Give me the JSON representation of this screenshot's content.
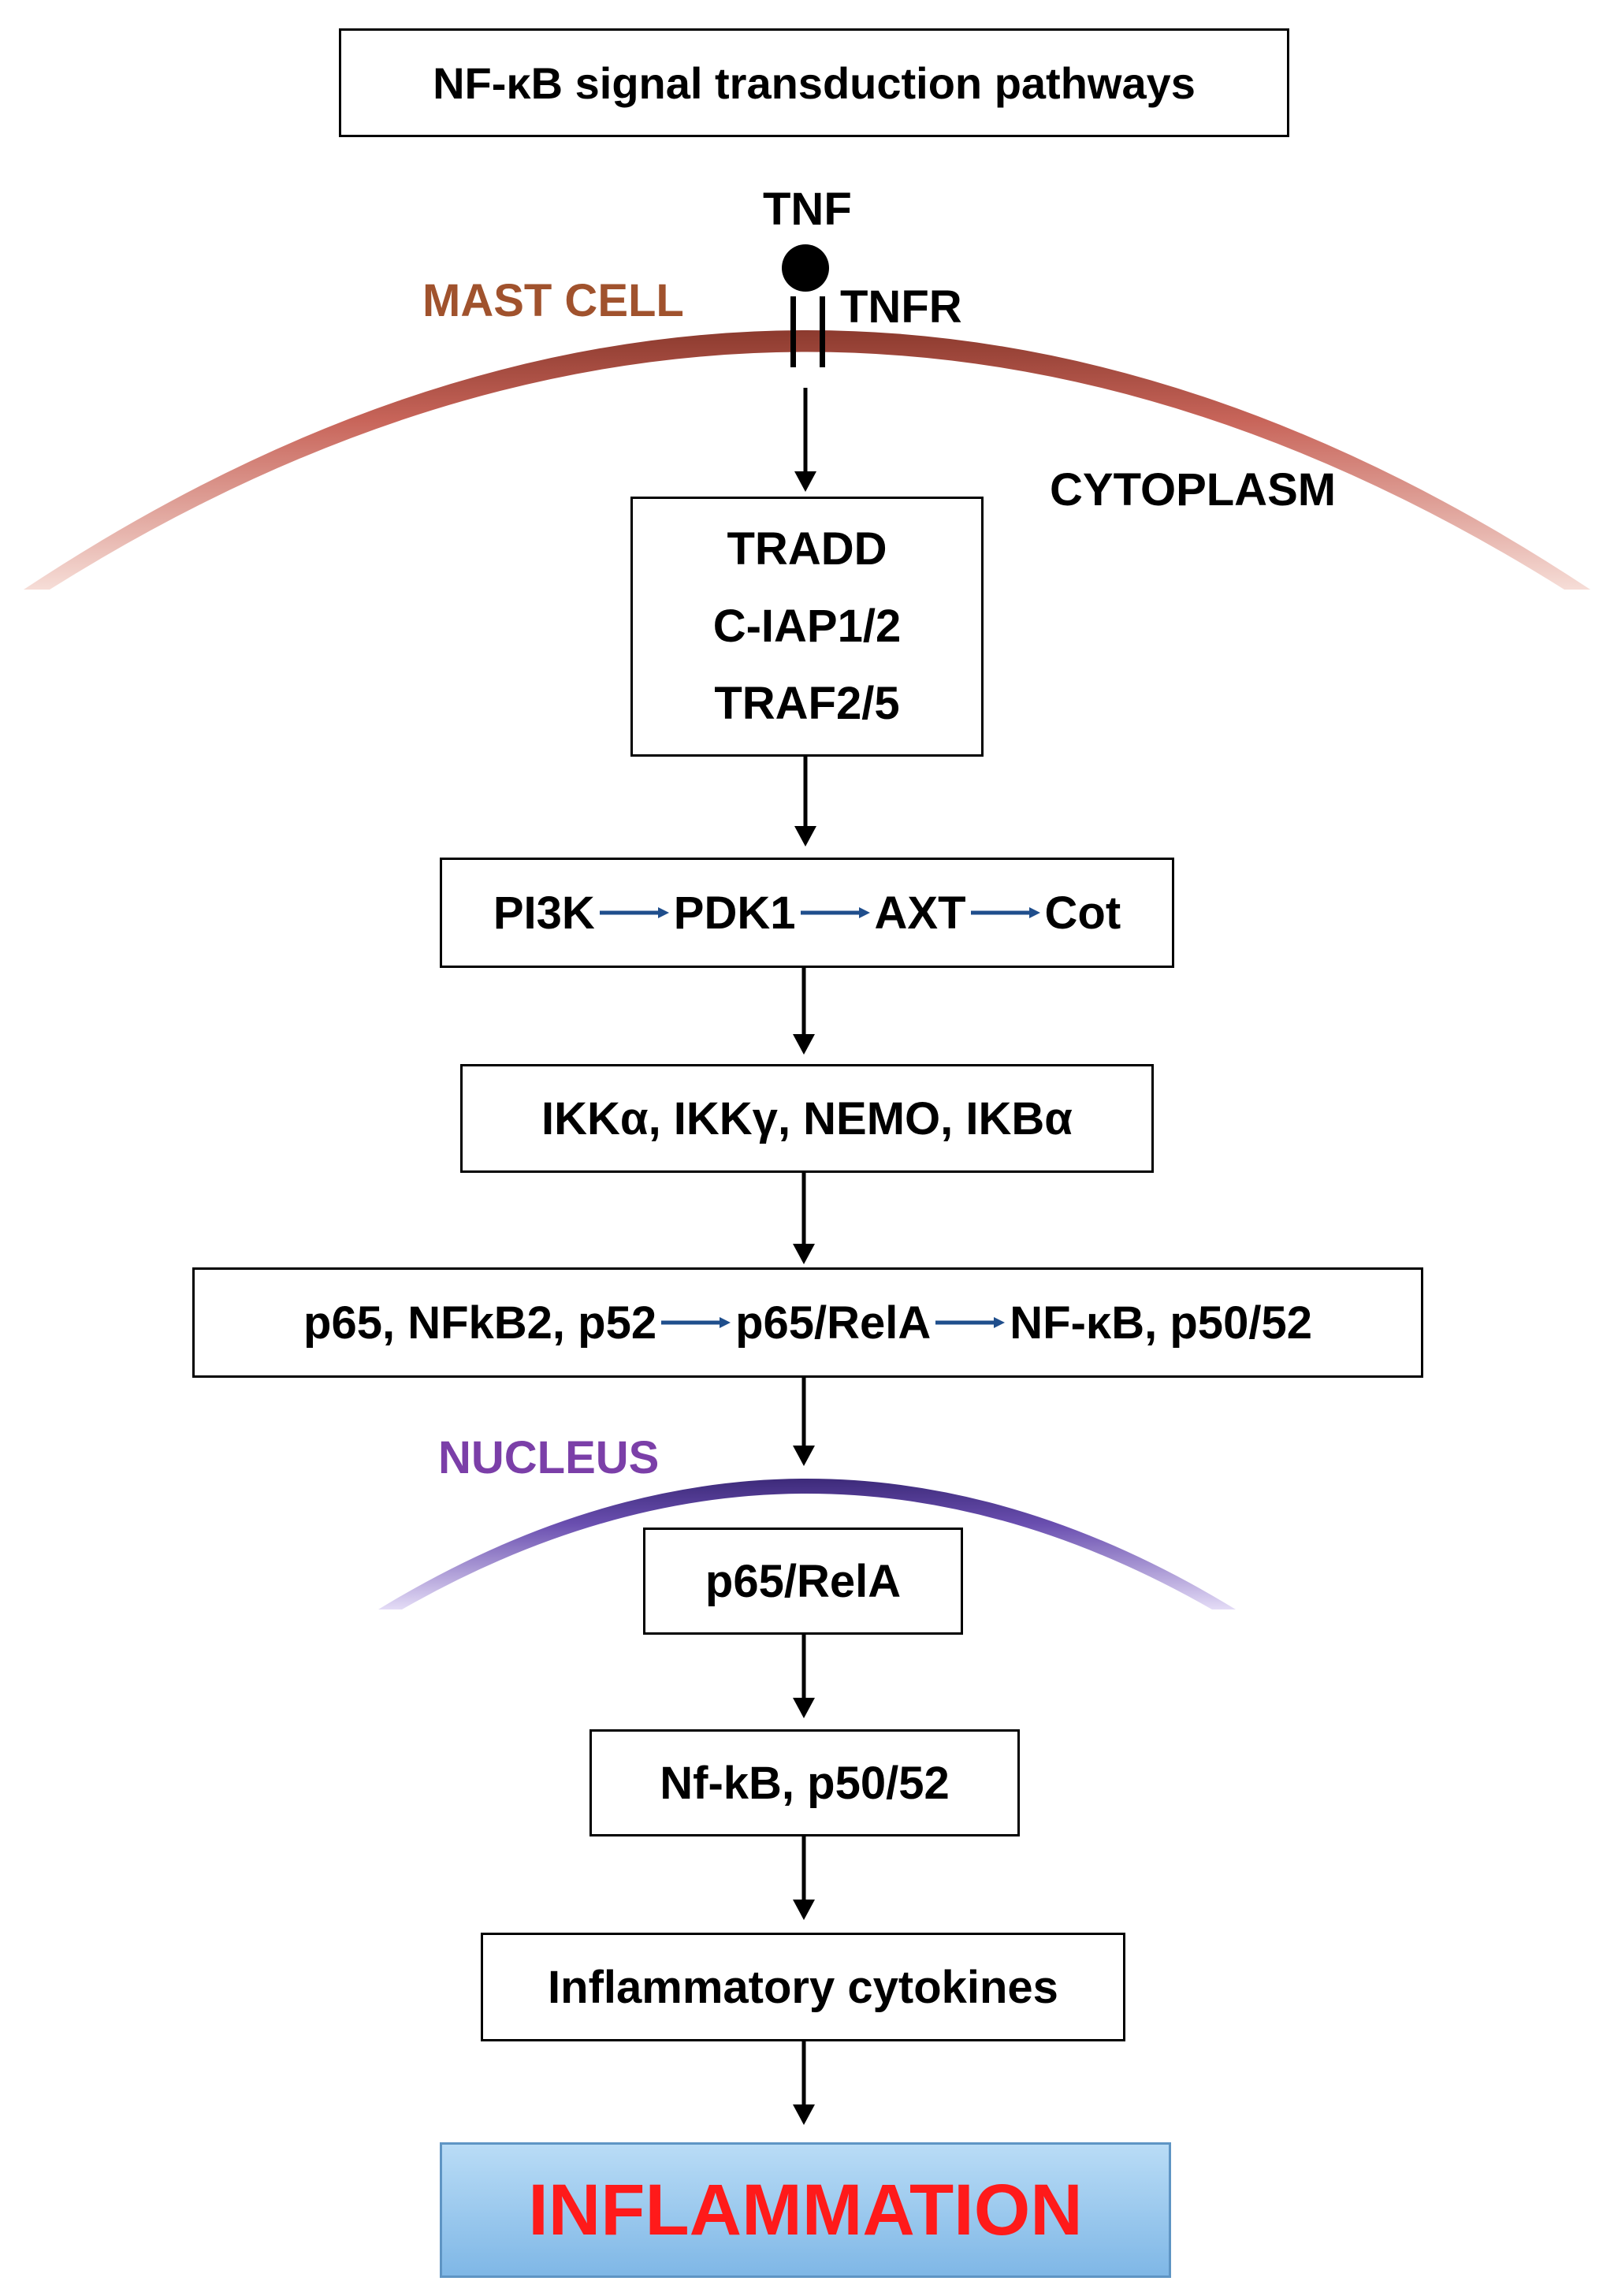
{
  "header": {
    "title": "NF-κB signal transduction pathways"
  },
  "receptor": {
    "ligand": "TNF",
    "receptor": "TNFR"
  },
  "compartments": {
    "cell": "MAST CELL",
    "cytoplasm": "CYTOPLASM",
    "nucleus": "NUCLEUS"
  },
  "boxes": {
    "adaptors": {
      "line1": "TRADD",
      "line2": "C-IAP1/2",
      "line3": "TRAF2/5"
    },
    "kinases": {
      "items": [
        "PI3K",
        "PDK1",
        "AXT",
        "Cot"
      ]
    },
    "ikk": {
      "text": "IKKα, IKKγ, NEMO, IKBα"
    },
    "nfkb": {
      "items": [
        "p65, NFkB2, p52",
        "p65/RelA",
        "NF-κB, p50/52"
      ]
    },
    "nuclear_rela": {
      "text": "p65/RelA"
    },
    "nuclear_nfkb": {
      "text": "Nf-kB, p50/52"
    },
    "cytokines": {
      "text": "Inflammatory cytokines"
    },
    "outcome": {
      "text": "INFLAMMATION"
    }
  },
  "colors": {
    "membrane": "#c8655a",
    "cell_label": "#a0522d",
    "nucleus_membrane": "#6a4fb0",
    "nucleus_label": "#7b3fa8",
    "inline_arrow": "#1f4e8c",
    "outcome_text": "#ff1a1a",
    "outcome_fill": "#8ec3ec"
  }
}
